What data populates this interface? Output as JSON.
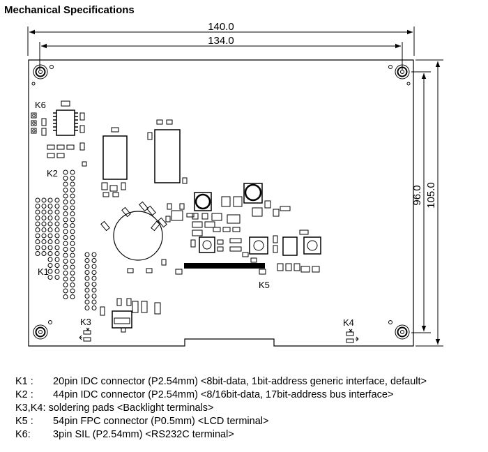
{
  "title": "Mechanical Specifications",
  "dimensions": {
    "outer_width": "140.0",
    "inner_width": "134.0",
    "inner_height": "96.0",
    "outer_height": "105.0"
  },
  "connectors": {
    "k1": "K1",
    "k2": "K2",
    "k3": "K3",
    "k4": "K4",
    "k5": "K5",
    "k6": "K6"
  },
  "legend": [
    {
      "key": "K1 :",
      "text": "20pin IDC connector (P2.54mm) <8bit-data, 1bit-address generic interface, default>"
    },
    {
      "key": "K2 :",
      "text": "44pin IDC connector (P2.54mm) <8/16bit-data, 17bit-address bus interface>"
    },
    {
      "key": "K3,K4:",
      "text": "soldering pads <Backlight terminals>"
    },
    {
      "key": "K5 :",
      "text": "54pin FPC connector (P0.5mm) <LCD terminal>"
    },
    {
      "key": "K6:",
      "text": "3pin SIL (P2.54mm) <RS232C terminal>"
    }
  ]
}
